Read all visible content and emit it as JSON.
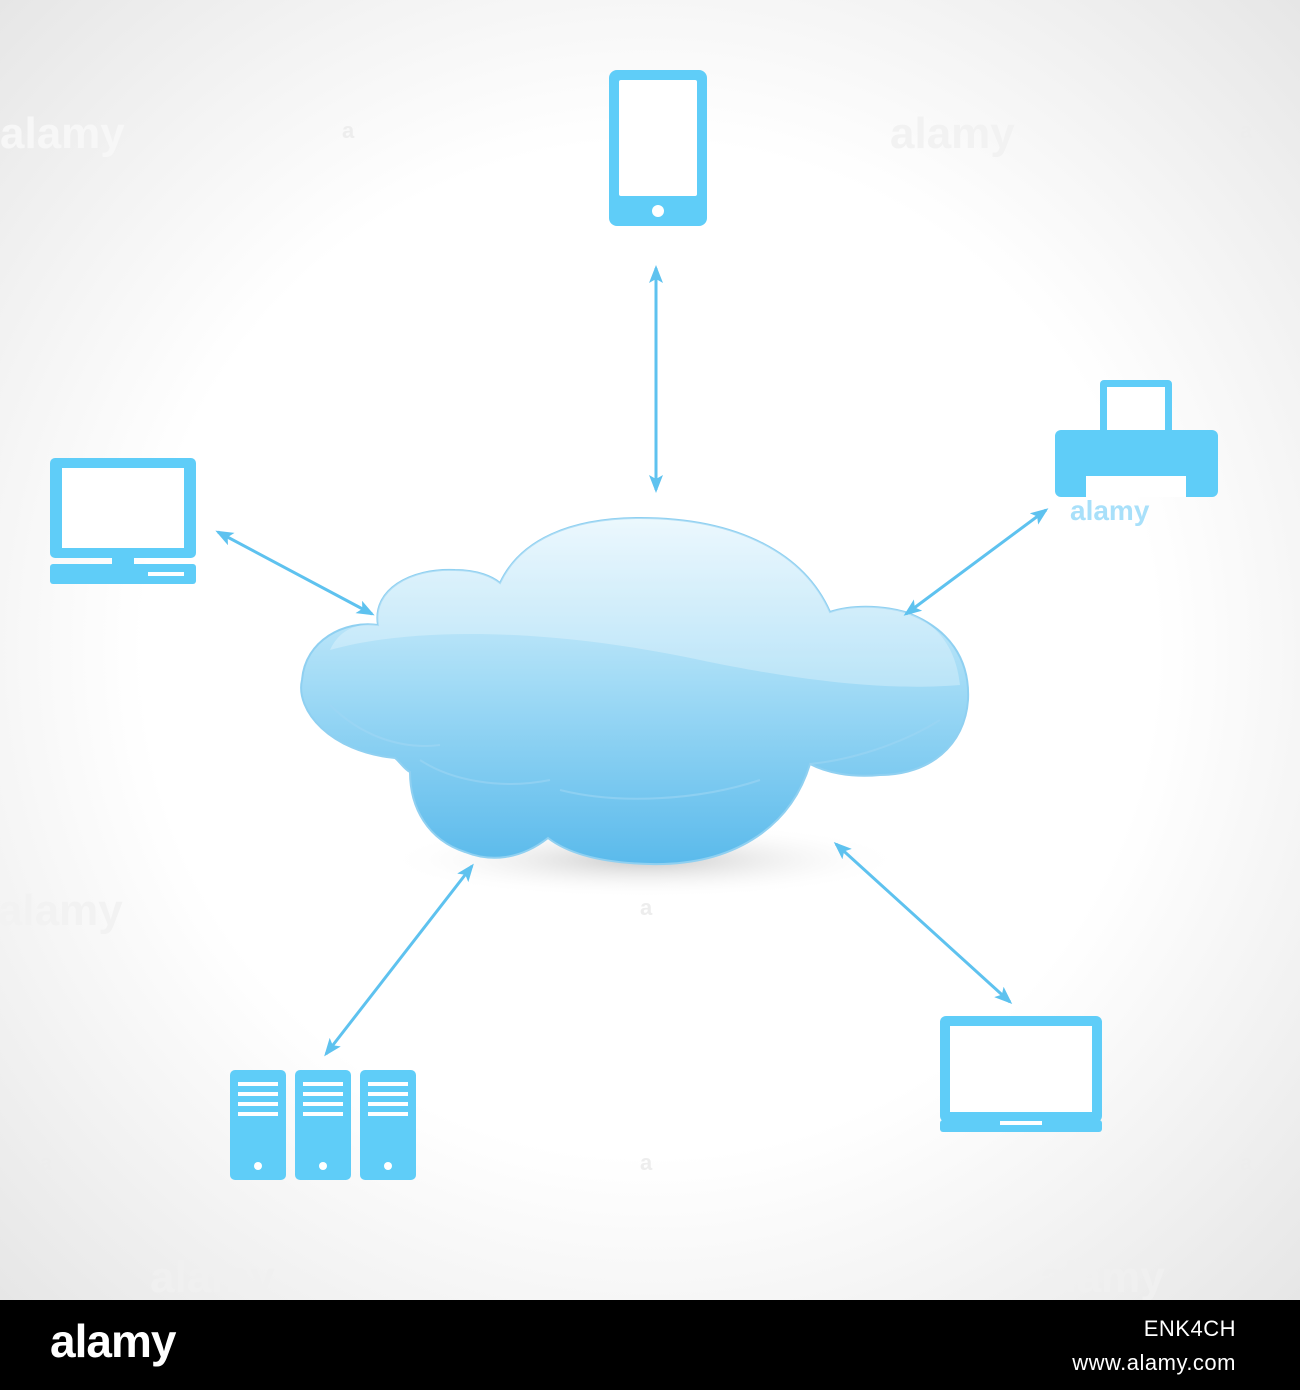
{
  "colors": {
    "icon": "#5fcdf8",
    "arrow": "#5ec2ef",
    "cloud_top": "#dff3fd",
    "cloud_bottom": "#5bbbec",
    "background_center": "#ffffff",
    "background_edge": "#e9e9e9",
    "bar": "#000000"
  },
  "diagram": {
    "hub": "cloud-icon",
    "nodes": [
      "smartphone-icon",
      "printer-icon",
      "laptop-icon",
      "server-rack-icon",
      "desktop-computer-icon"
    ],
    "connections": "bidirectional-arrow"
  },
  "watermark": {
    "text": "alamy",
    "small": "a"
  },
  "footer": {
    "brand": "alamy",
    "image_id": "ENK4CH",
    "url": "www.alamy.com"
  }
}
